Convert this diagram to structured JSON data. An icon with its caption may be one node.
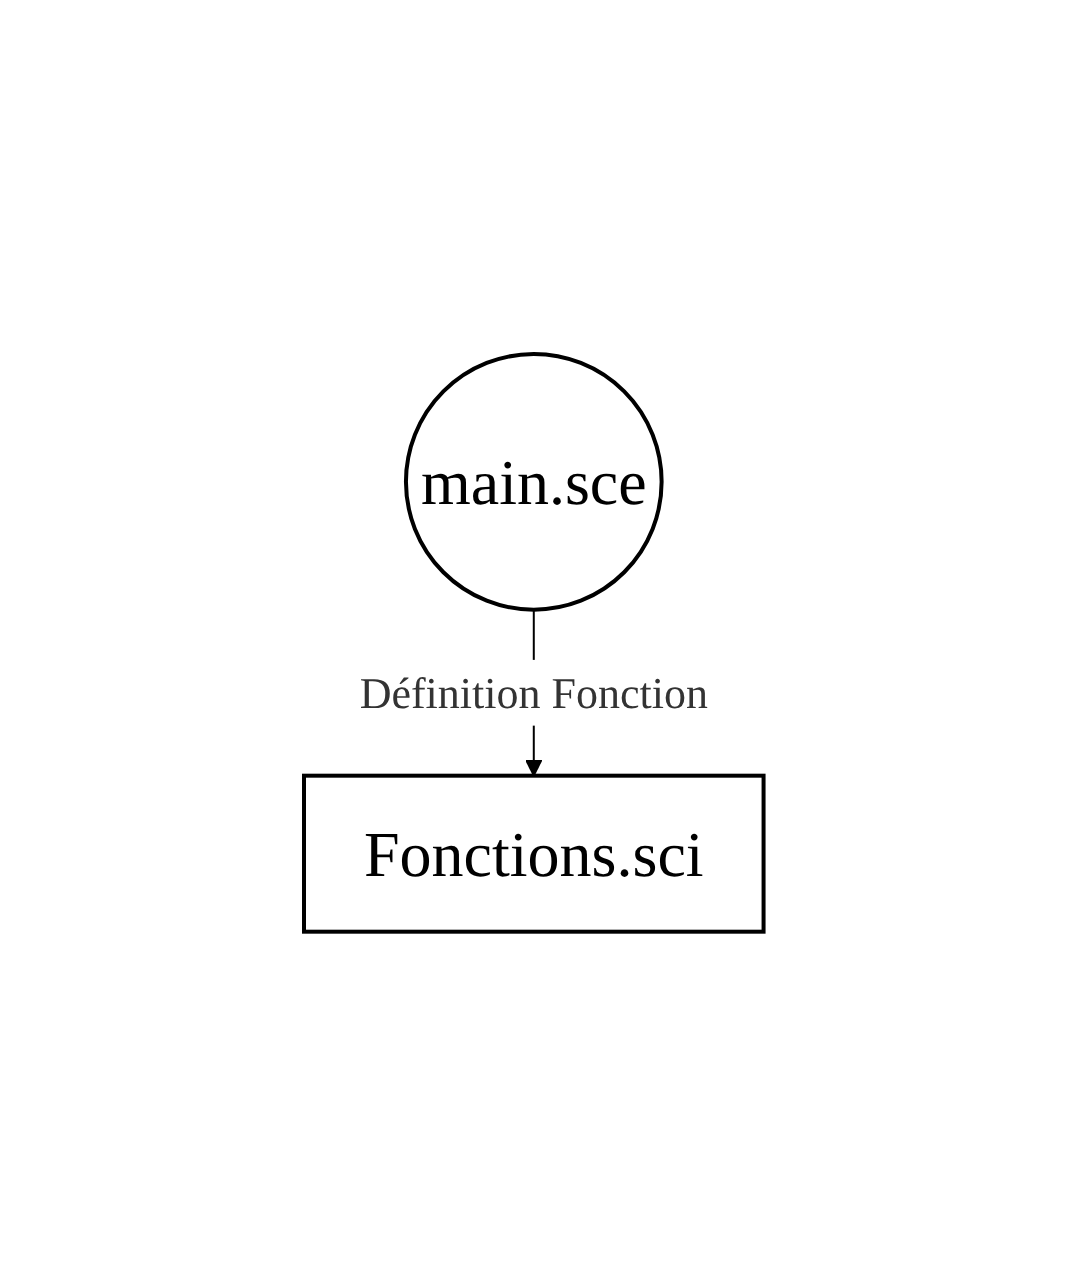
{
  "diagram": {
    "nodes": [
      {
        "text": [
          "main.sce"
        ]
      },
      {
        "text": [
          "Fonctions.sci"
        ]
      }
    ],
    "edges": [
      {
        "from": 0,
        "to": 1,
        "arrow": "to",
        "label": "Définition Fonction"
      }
    ]
  }
}
